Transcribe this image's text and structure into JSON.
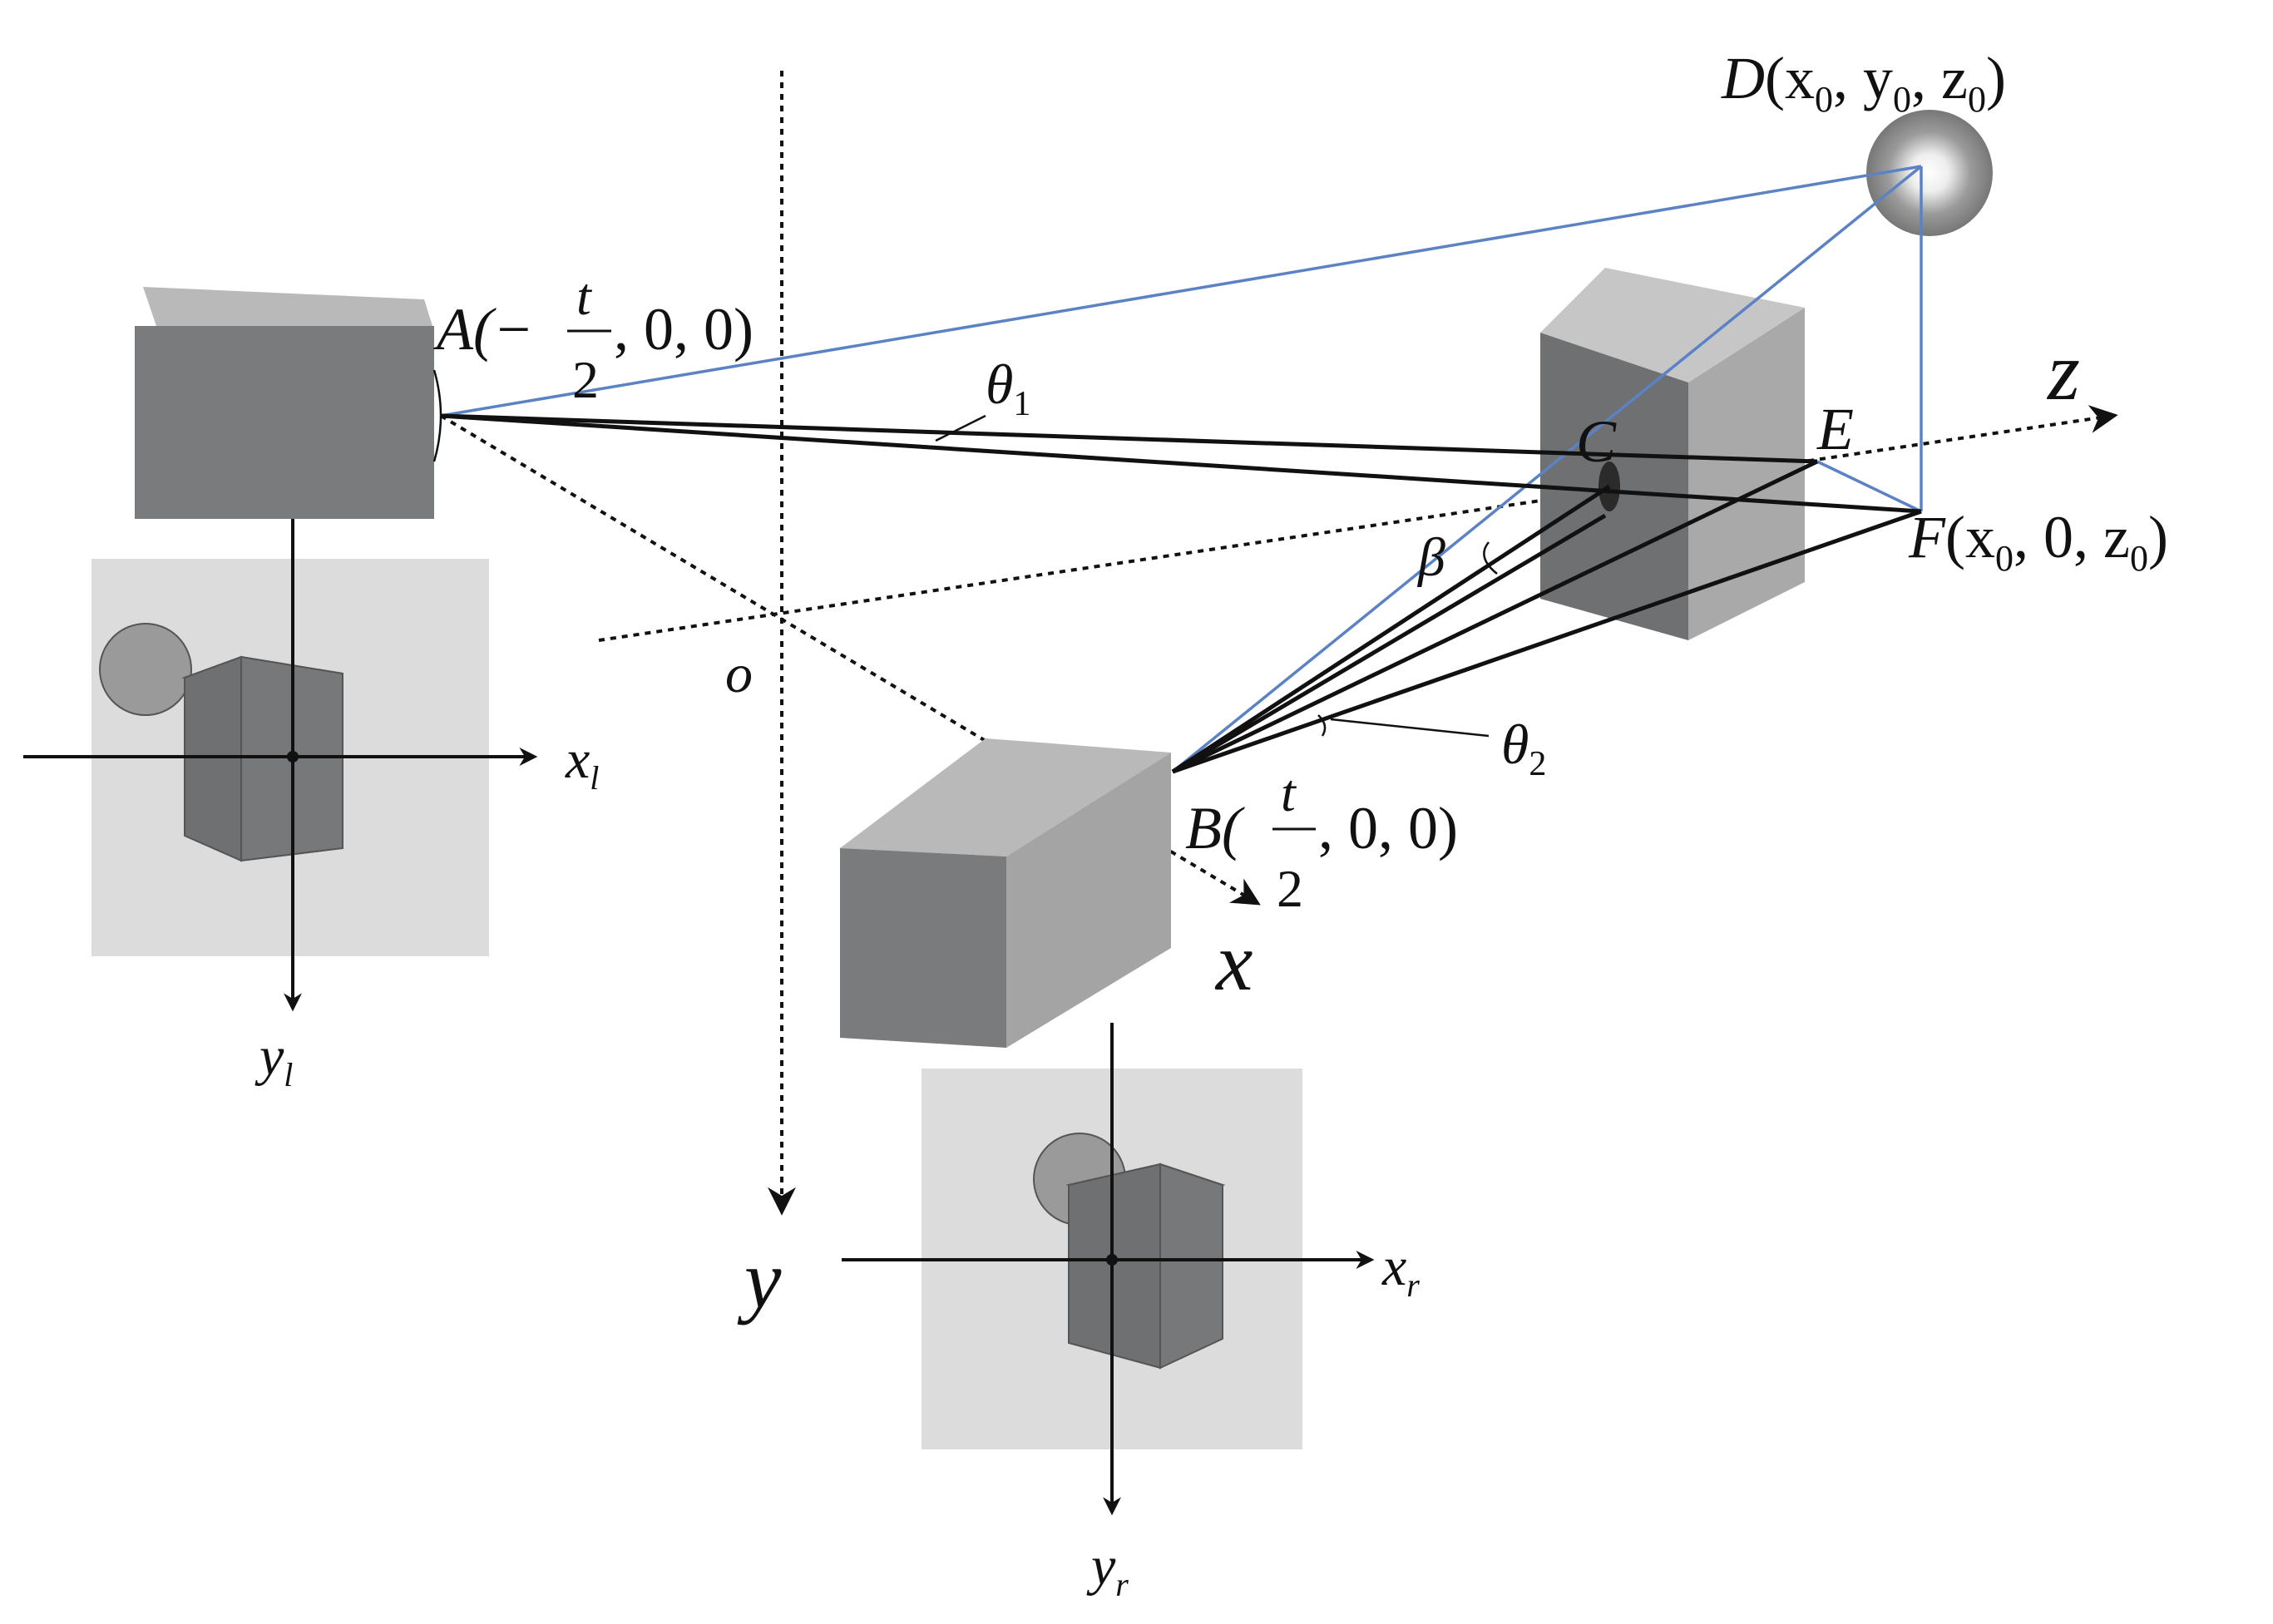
{
  "colors": {
    "ray_blue": "#5b82c4",
    "ray_black": "#111111",
    "camera_front": "#7a7b7d",
    "camera_top": "#b9b9b9",
    "camera_side": "#a4a4a4",
    "image_plane": "#dcdcdc",
    "object_front": "#6f7072",
    "object_side": "#a9a9a9",
    "object_top": "#c6c6c6",
    "sphere": "#9a9a9a"
  },
  "labels": {
    "point_d": {
      "letter": "D",
      "coords": "(x",
      "sub0": "0",
      "comma1": ", y",
      "sub1": "0",
      "comma2": ", z",
      "sub2": "0",
      "close": ")"
    },
    "point_a": {
      "prefix": "A(−",
      "frac_num": "t",
      "frac_den": "2",
      "suffix": ", 0, 0)"
    },
    "point_b": {
      "prefix": "B(",
      "frac_num": "t",
      "frac_den": "2",
      "suffix": ", 0, 0)"
    },
    "point_c": "C",
    "point_e": "E",
    "point_f": {
      "letter": "F",
      "coords": "(x",
      "sub0": "0",
      "mid": ", 0, z",
      "sub1": "0",
      "close": ")"
    },
    "origin": "o",
    "axis_x": "x",
    "axis_y": "y",
    "axis_z": "z",
    "theta1": {
      "sym": "θ",
      "sub": "1"
    },
    "theta2": {
      "sym": "θ",
      "sub": "2"
    },
    "beta": "β",
    "left_image_x": {
      "sym": "x",
      "sub": "l"
    },
    "left_image_y": {
      "sym": "y",
      "sub": "l"
    },
    "right_image_x": {
      "sym": "x",
      "sub": "r"
    },
    "right_image_y": {
      "sym": "y",
      "sub": "r"
    }
  }
}
